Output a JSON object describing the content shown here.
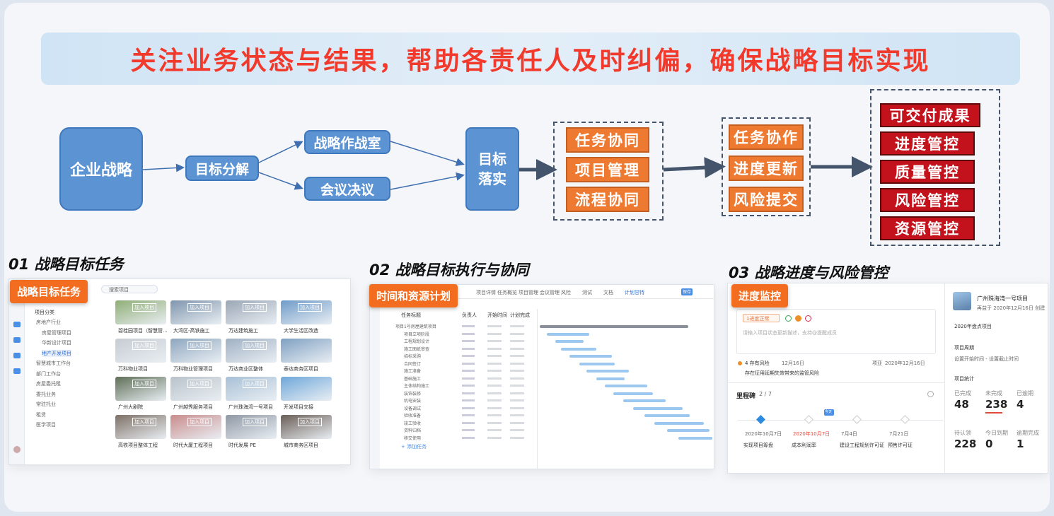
{
  "banner": "关注业务状态与结果，帮助各责任人及时纠偏，确保战略目标实现",
  "flow": {
    "strategy": "企业战略",
    "decompose": "目标分解",
    "warroom": "战略作战室",
    "meeting": "会议决议",
    "implement": "目标落实",
    "collab": [
      "任务协同",
      "项目管理",
      "流程协同"
    ],
    "progress": [
      "任务协作",
      "进度更新",
      "风险提交"
    ],
    "results": [
      "可交付成果",
      "进度管控",
      "质量管控",
      "风险管控",
      "资源管控"
    ]
  },
  "sections": {
    "s1_title": "01 战略目标任务",
    "s1_tag": "战略目标任务",
    "s2_title": "02 战略目标执行与协同",
    "s2_tag": "时间和资源计划",
    "s3_title": "03 战略进度与风险管控",
    "s3_tag": "进度监控"
  },
  "shot1": {
    "search": "搜索项目",
    "tree_header": "项目分类",
    "tree": [
      "房地产行业",
      "房屋管理项目",
      "华新设计项目",
      "地产开发项目",
      "智慧城市工作台",
      "部门工作台",
      "房屋委托租",
      "委托业务",
      "常驻托业",
      "租赁",
      "医学项目"
    ],
    "thumbs": [
      "碧桂园项目（智慧管...",
      "大湾区-高铁施工",
      "万达建筑施工",
      "大学生活区改造",
      "万科物业项目",
      "万科物业管理项目",
      "万达商业区整体",
      "泰达商务区项目",
      "广州大剧院",
      "广州越秀服务项目",
      "广州珠海湾一号项目",
      "开发项目交接",
      "高铁项目整体工程",
      "时代大厦工程项目",
      "时代发展 PE",
      "城市商务区项目"
    ],
    "overlay": "加入项目"
  },
  "shot2": {
    "tabs": [
      "项目详情",
      "任务概览",
      "项目管理",
      "会议管理",
      "风险",
      "测试",
      "文档",
      "计划甘特"
    ],
    "cols": [
      "任务标题",
      "负责人",
      "开始时间",
      "计划完成"
    ],
    "rows": [
      "项目1号房屋建筑项目",
      "项目立项阶段",
      "工程规划设计",
      "施工图纸审查",
      "招标采购",
      "合同签订",
      "施工准备",
      "基础施工",
      "主体结构施工",
      "装饰装修",
      "机电安装",
      "设备调试",
      "验收准备",
      "竣工验收",
      "资料归档",
      "移交使用"
    ],
    "add": "+ 添加任务",
    "save": "保存"
  },
  "shot3": {
    "status": "1进度正常",
    "placeholder": "请输入项目状态更新描述，支持@提醒成员",
    "risk_count": "4 存有风险",
    "risk_date": "12月16日",
    "risk_text": "存在征用延期失效带来的监管风险",
    "reporter": "项亚",
    "report_time": "2020年12月16日",
    "milestone": "里程碑",
    "milestone_count": "2 / 7",
    "milestones": [
      {
        "date": "2020年10月7日",
        "name": "实现项目筹盘"
      },
      {
        "date": "2020年10月7日",
        "name": "成本利润率"
      },
      {
        "date": "7月4日",
        "name": "建设工程规划许可证"
      },
      {
        "date": "7月21日",
        "name": "预售许可证"
      }
    ],
    "project_name": "广州珠海湾一号项目",
    "project_sub": "再益于 2020年12月16日 创建",
    "year": "2020年盘点项目",
    "cycle_label": "项目周期",
    "cycle_value": "设置开始时间 - 设置截止时间",
    "stat_title": "项目统计",
    "stats": [
      {
        "label": "已完成",
        "value": "48"
      },
      {
        "label": "未完成",
        "value": "238"
      },
      {
        "label": "已逾期",
        "value": "4"
      },
      {
        "label": "待认领",
        "value": "228"
      },
      {
        "label": "今日到期",
        "value": "0"
      },
      {
        "label": "逾期完成",
        "value": "1"
      }
    ],
    "today": "今天"
  },
  "colors": {
    "banner_text": "#f23a2c",
    "blue": "#5b93d3",
    "orange": "#ee7a32",
    "red": "#c3121c",
    "tag": "#f26d1f"
  }
}
